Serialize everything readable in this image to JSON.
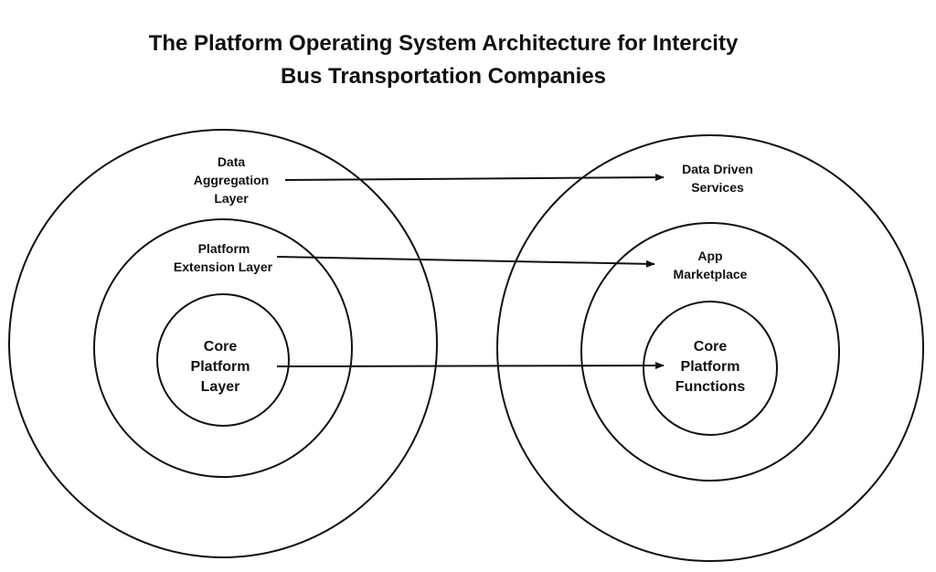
{
  "title": {
    "line1": "The Platform Operating System Architecture for Intercity",
    "line2": "Bus Transportation Companies"
  },
  "left_layers": {
    "outer": [
      "Data",
      "Aggregation",
      "Layer"
    ],
    "middle": [
      "Platform",
      "Extension Layer"
    ],
    "inner": [
      "Core",
      "Platform",
      "Layer"
    ]
  },
  "right_layers": {
    "outer": [
      "Data Driven",
      "Services"
    ],
    "middle": [
      "App",
      "Marketplace"
    ],
    "inner": [
      "Core",
      "Platform",
      "Functions"
    ]
  },
  "colors": {
    "stroke": "#111111",
    "background": "#ffffff"
  }
}
